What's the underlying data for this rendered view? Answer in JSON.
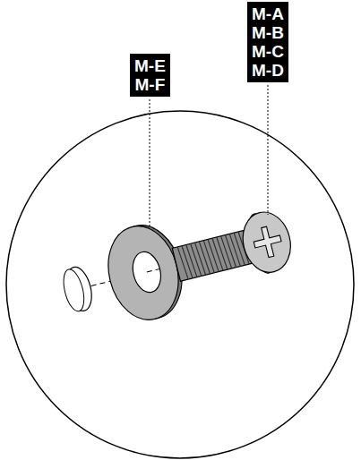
{
  "diagram": {
    "nodes": [
      {
        "text": [
          "M-E",
          "M-F"
        ]
      },
      {
        "text": [
          "M-A",
          "M-B",
          "M-C",
          "M-D"
        ]
      }
    ]
  }
}
